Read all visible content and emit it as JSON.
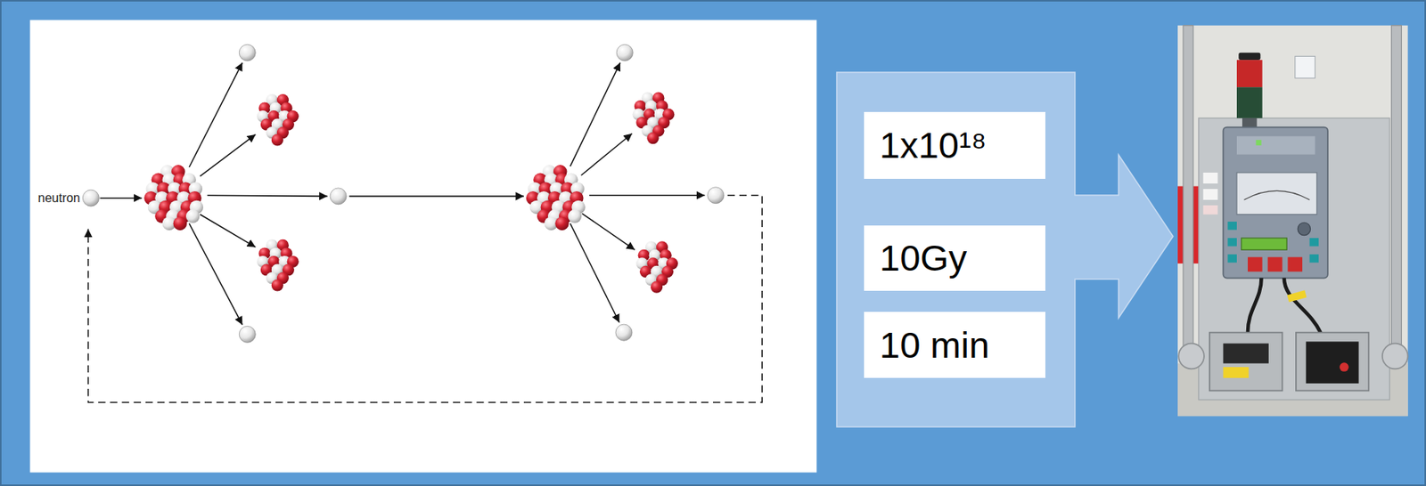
{
  "diagram": {
    "nodes": [
      {
        "text": [
          "1x10¹⁸"
        ]
      },
      {
        "text": [
          "10Gy"
        ]
      },
      {
        "text": [
          "10 min"
        ]
      }
    ],
    "labels": [
      "neutron"
    ]
  }
}
